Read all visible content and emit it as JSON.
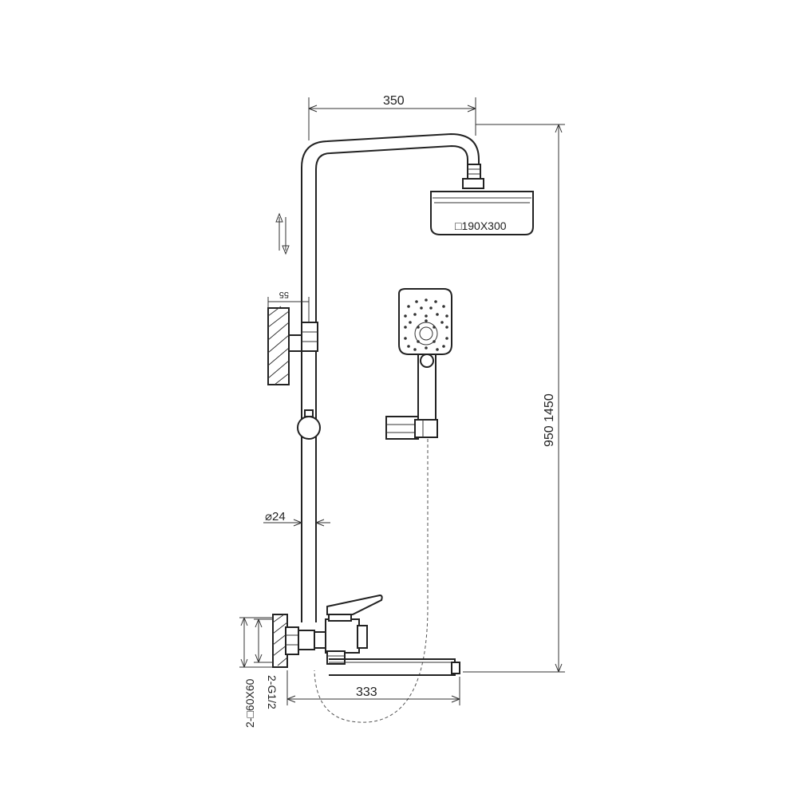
{
  "dimensions": {
    "top_width": "350",
    "head_size": "190X300",
    "total_height": "950 1450",
    "bracket_offset": "55",
    "pipe_diameter": "24",
    "spout_length": "333",
    "mount_plate": "60X60",
    "inlet_thread": "2-G1/2",
    "mount_prefix": "2-"
  },
  "symbols": {
    "diameter": "⌀",
    "square": "□"
  },
  "colors": {
    "line": "#222222",
    "background": "#ffffff"
  }
}
